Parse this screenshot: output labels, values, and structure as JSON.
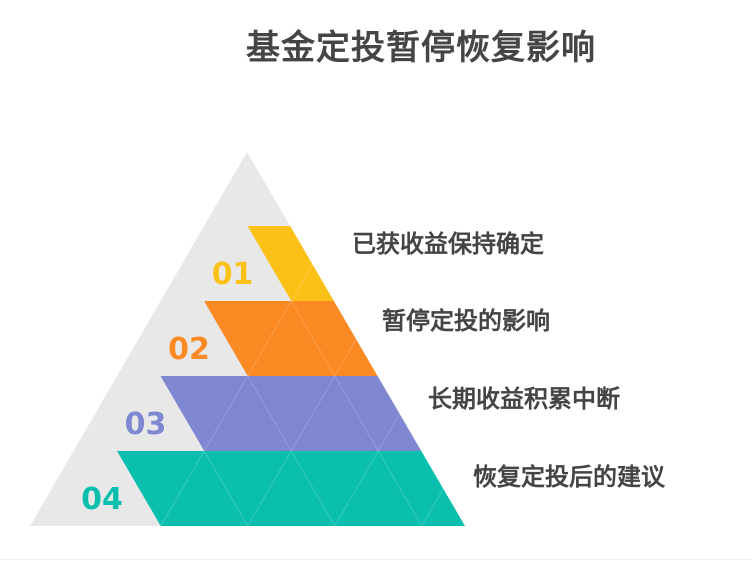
{
  "title": "基金定投暂停恢复影响",
  "colors": {
    "triangle_bg": "#e8e8e8",
    "title_text": "#454545",
    "label_text": "#444444"
  },
  "levels": [
    {
      "number": "01",
      "label": "已获收益保持确定",
      "color": "#fcc117"
    },
    {
      "number": "02",
      "label": "暂停定投的影响",
      "color": "#fb8a24"
    },
    {
      "number": "03",
      "label": "长期收益积累中断",
      "color": "#7f87d1"
    },
    {
      "number": "04",
      "label": "恢复定投后的建议",
      "color": "#0bbfae"
    }
  ]
}
